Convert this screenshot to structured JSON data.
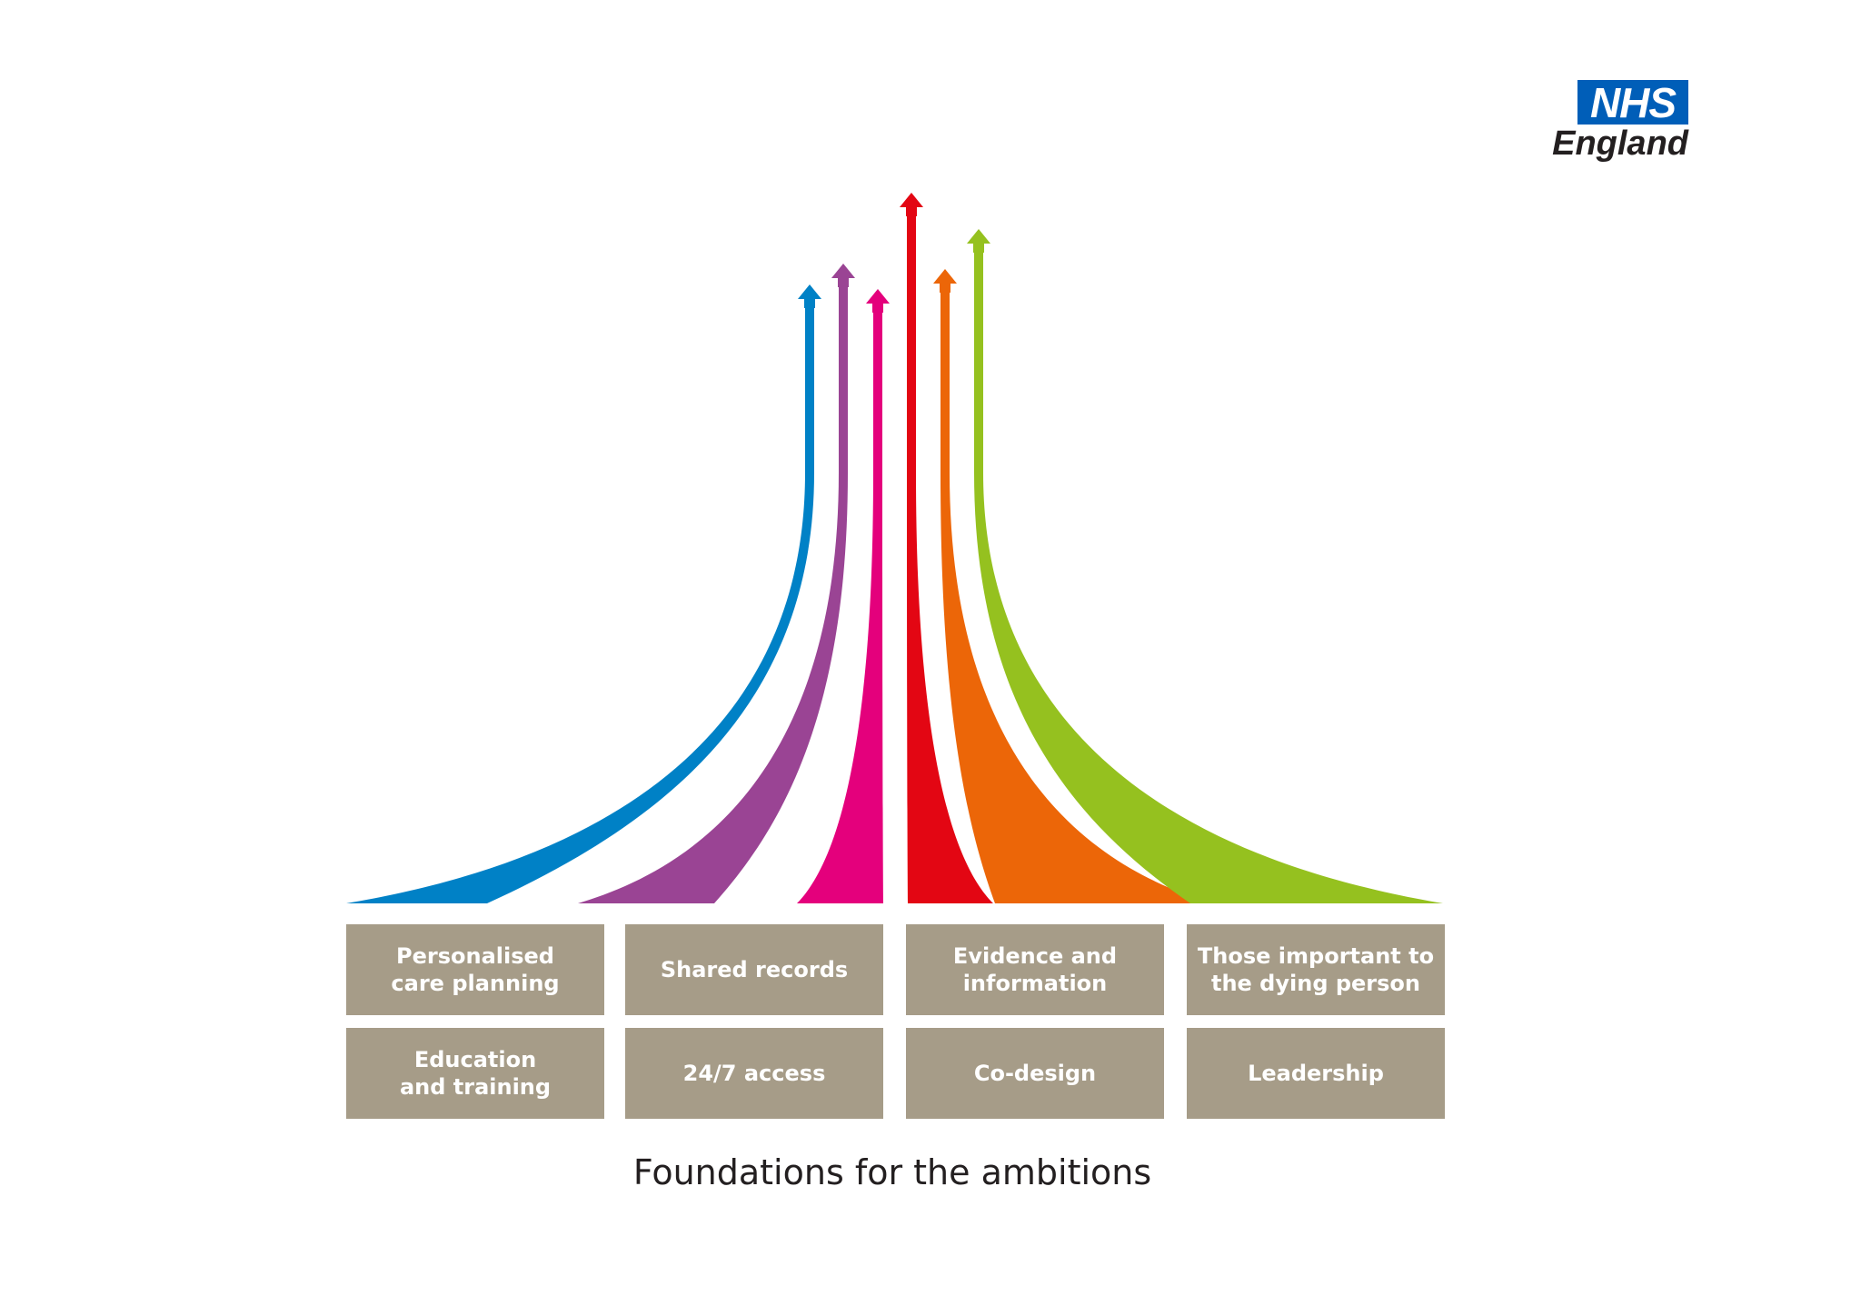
{
  "logo": {
    "mark": "NHS",
    "name": "England"
  },
  "arrows": [
    {
      "id": "blue",
      "color": "#0081C6"
    },
    {
      "id": "purple",
      "color": "#9A4494"
    },
    {
      "id": "magenta",
      "color": "#E4007C"
    },
    {
      "id": "red",
      "color": "#E30613"
    },
    {
      "id": "orange",
      "color": "#EC6608"
    },
    {
      "id": "green",
      "color": "#95C11F"
    }
  ],
  "tiles": [
    {
      "label": "Personalised\ncare planning"
    },
    {
      "label": "Shared records"
    },
    {
      "label": "Evidence and\ninformation"
    },
    {
      "label": "Those important to\nthe dying person"
    },
    {
      "label": "Education\nand training"
    },
    {
      "label": "24/7 access"
    },
    {
      "label": "Co-design"
    },
    {
      "label": "Leadership"
    }
  ],
  "tile_color": "#A69C88",
  "caption": "Foundations for the ambitions"
}
